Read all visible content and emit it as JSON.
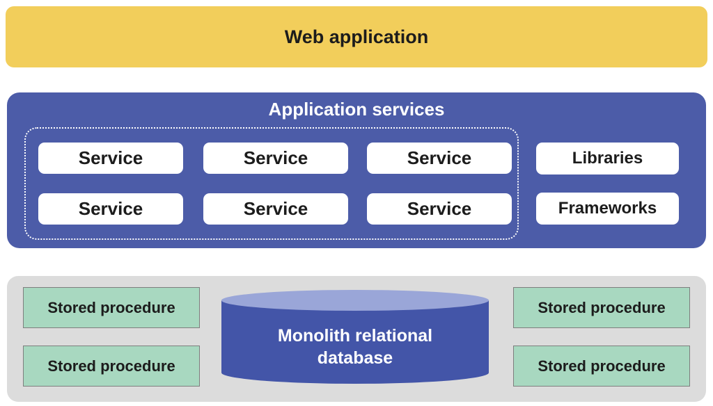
{
  "web_application": {
    "label": "Web application"
  },
  "application_services": {
    "title": "Application services",
    "services": [
      "Service",
      "Service",
      "Service",
      "Service",
      "Service",
      "Service"
    ],
    "libraries_label": "Libraries",
    "frameworks_label": "Frameworks"
  },
  "database_layer": {
    "stored_procedures": [
      "Stored procedure",
      "Stored procedure",
      "Stored procedure",
      "Stored procedure"
    ],
    "database_label": "Monolith relational database"
  },
  "colors": {
    "banner_yellow": "#F2CE5B",
    "tier_blue": "#4C5CA8",
    "box_white": "#FFFFFF",
    "dotted_border": "#FFFFFF",
    "gray_panel": "#DCDCDC",
    "green_box": "#A8D8C0",
    "green_border": "#7E7E7E",
    "cylinder_top": "#9AA6D8",
    "cylinder_body": "#4355A8",
    "text_dark": "#1C1C1C",
    "text_light": "#FFFFFF"
  }
}
